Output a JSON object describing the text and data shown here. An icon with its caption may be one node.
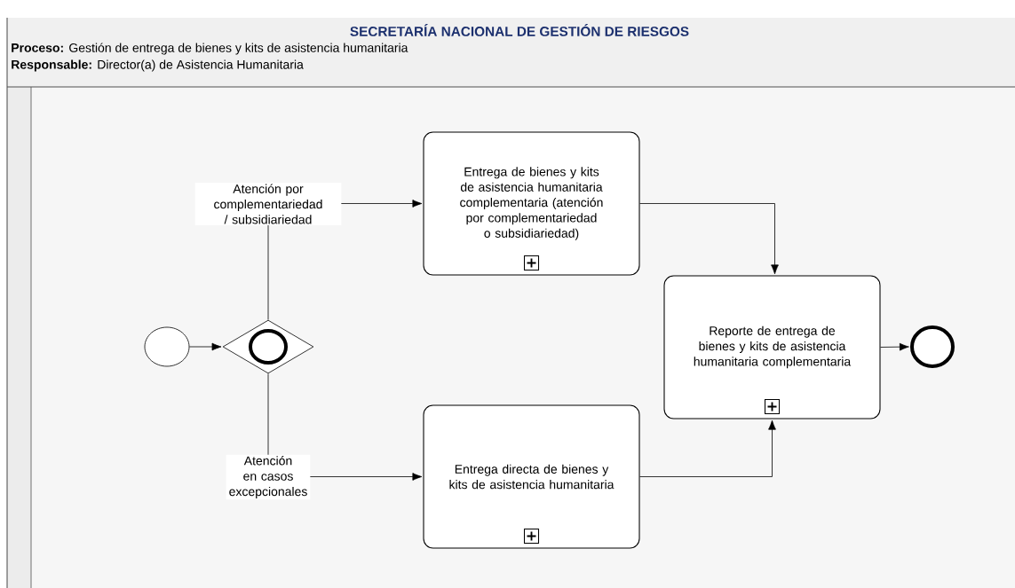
{
  "diagram": {
    "title": "SECRETARÍA NACIONAL DE GESTIÓN DE RIESGOS",
    "nodes": [
      {
        "text": [],
        "shape": "circle"
      },
      {
        "text": [],
        "shape": "diamond"
      },
      {
        "text": [
          "Entrega de bienes y kits de asistencia humanitaria complementaria (atención por complementariedad o subsidiariedad)"
        ]
      },
      {
        "text": [
          "Entrega directa de bienes y kits de asistencia humanitaria"
        ]
      },
      {
        "text": [
          "Reporte de entrega de bienes y kits de asistencia humanitaria complementaria"
        ]
      },
      {
        "text": [],
        "shape": "circle"
      }
    ],
    "edges": [
      {
        "from": 0,
        "to": 1,
        "arrow": "to"
      },
      {
        "from": 1,
        "to": 2,
        "arrow": "to",
        "label": "Atención por complementariedad / subsidiariedad"
      },
      {
        "from": 1,
        "to": 3,
        "arrow": "to",
        "label": "Atención en casos excepcionales"
      },
      {
        "from": 2,
        "to": 4,
        "arrow": "to"
      },
      {
        "from": 3,
        "to": 4,
        "arrow": "to"
      },
      {
        "from": 4,
        "to": 5,
        "arrow": "to"
      }
    ],
    "labels": [
      "**Proceso:** Gestión de entrega de bienes y kits de asistencia humanitaria",
      "**Responsable:** Director(a) de Asistencia Humanitaria"
    ]
  }
}
